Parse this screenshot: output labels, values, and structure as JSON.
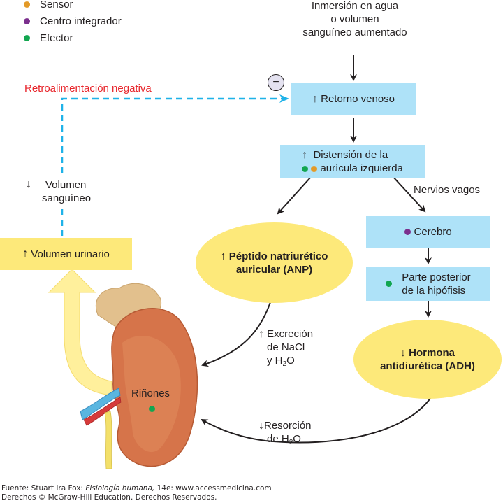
{
  "legend": {
    "items": [
      {
        "label": "Sensor",
        "color": "#e39a28"
      },
      {
        "label": "Centro integrador",
        "color": "#7b2f8d"
      },
      {
        "label": "Efector",
        "color": "#12a650"
      }
    ]
  },
  "stimulus": {
    "line1": "Inmersión en agua",
    "line2": "o volumen",
    "line3": "sanguíneo aumentado"
  },
  "feedback": {
    "label": "Retroalimentación negativa",
    "color": "#e8262c",
    "line_color": "#1fb2e8",
    "sign": "−"
  },
  "nodes": {
    "retorno": {
      "arrow": "↑",
      "label": "Retorno venoso"
    },
    "distension": {
      "arrow": "↑",
      "line1": "Distensión de la",
      "line2": "aurícula izquierda"
    },
    "nervios": {
      "label": "Nervios vagos"
    },
    "cerebro": {
      "label": "Cerebro"
    },
    "hipofisis": {
      "line1": "Parte posterior",
      "line2": "de la hipófisis"
    },
    "anp": {
      "arrow": "↑",
      "line1": "Péptido natriurético",
      "line2": "auricular (ANP)"
    },
    "adh": {
      "arrow": "↓",
      "line1": "Hormona",
      "line2": "antidiurética (ADH)"
    },
    "volumen_urinario": {
      "arrow": "↑",
      "label": "Volumen urinario"
    },
    "volumen_sanguineo": {
      "arrow": "↓",
      "line1": "Volumen",
      "line2": "sanguíneo"
    },
    "excrecion": {
      "arrow": "↑",
      "line1": "Excreción",
      "line2": "de NaCl",
      "line3_pre": "y H",
      "line3_sub": "2",
      "line3_post": "O"
    },
    "resorcion": {
      "arrow": "↓",
      "line1": "Resorción",
      "line2_pre": "de H",
      "line2_sub": "2",
      "line2_post": "O"
    },
    "rinones": {
      "label": "Riñones"
    }
  },
  "colors": {
    "blue_box": "#aee2f8",
    "yellow": "#fde97a"
  },
  "footer": {
    "line1_pre": "Fuente: Stuart Ira Fox: ",
    "line1_italic": "Fisiología humana,",
    "line1_post": " 14e: www.accessmedicina.com",
    "line2": "Derechos © McGraw-Hill Education. Derechos Reservados."
  }
}
